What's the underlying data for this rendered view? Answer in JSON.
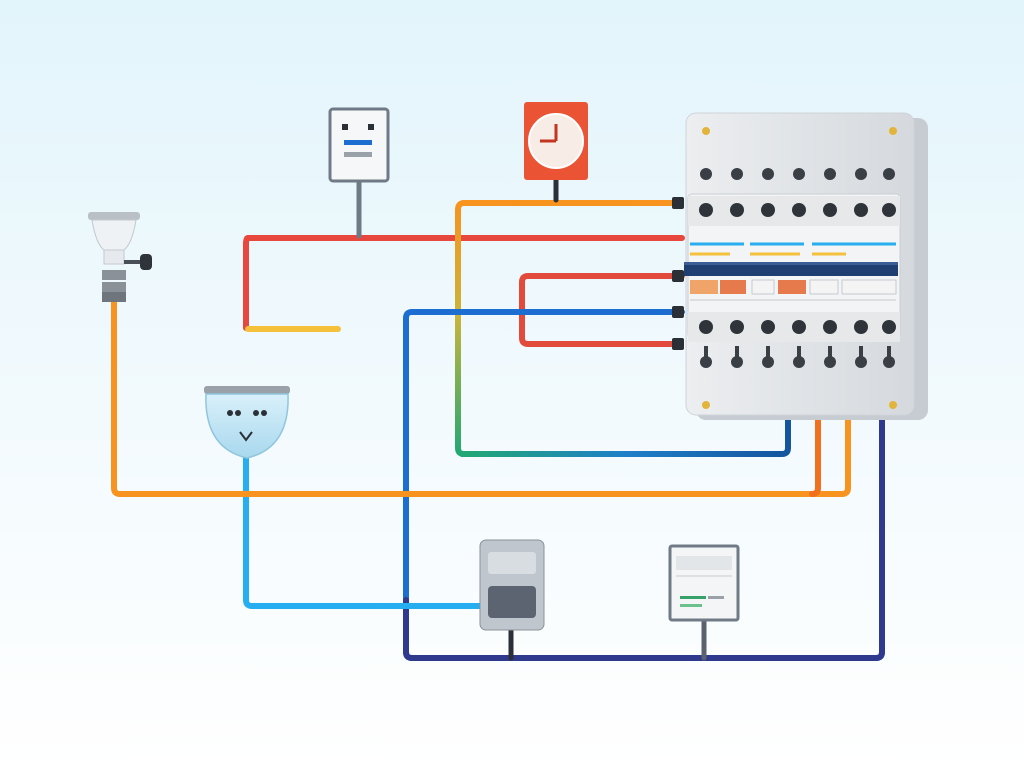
{
  "diagram": {
    "type": "wiring-diagram",
    "labels": [],
    "components": [
      {
        "id": "distribution-panel",
        "icon": "breaker-panel-icon"
      },
      {
        "id": "light-bulb",
        "icon": "light-bulb-icon"
      },
      {
        "id": "wall-outlet",
        "icon": "outlet-icon"
      },
      {
        "id": "wall-switch",
        "icon": "wall-switch-icon"
      },
      {
        "id": "clock-timer",
        "icon": "clock-icon"
      },
      {
        "id": "electric-meter",
        "icon": "meter-icon"
      },
      {
        "id": "display-monitor",
        "icon": "display-panel-icon"
      }
    ],
    "wire_colors": {
      "red": "#e8473e",
      "orange": "#f7931e",
      "yellow": "#f5c13b",
      "blue": "#1c6fd1",
      "light_blue": "#27aef0",
      "navy": "#2f3a8f",
      "dark_orange": "#f0701d",
      "green": "#2aa86b"
    }
  }
}
